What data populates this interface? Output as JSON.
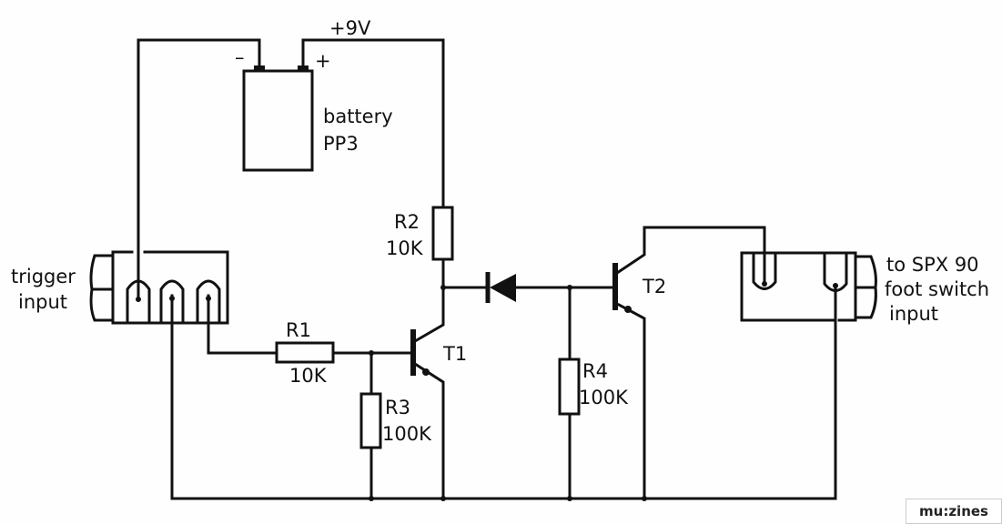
{
  "labels": {
    "supply": "+9V",
    "battery_minus": "–",
    "battery_plus": "+",
    "battery_name": "battery",
    "battery_type": "PP3",
    "r1_name": "R1",
    "r1_value": "10K",
    "r2_name": "R2",
    "r2_value": "10K",
    "r3_name": "R3",
    "r3_value": "100K",
    "r4_name": "R4",
    "r4_value": "100K",
    "t1": "T1",
    "t2": "T2",
    "trigger_line1": "trigger",
    "trigger_line2": "input",
    "output_line1": "to SPX 90",
    "output_line2": "foot switch",
    "output_line3": "input"
  },
  "watermark": "mu:zines"
}
